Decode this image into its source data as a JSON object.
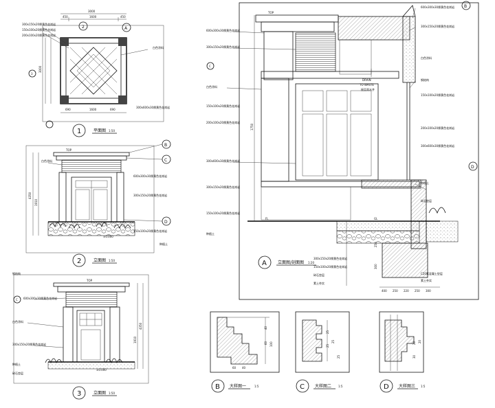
{
  "views": {
    "v1": {
      "number": "1",
      "title": "平面图",
      "scale": "1:50"
    },
    "v2": {
      "number": "2",
      "title": "立面图",
      "scale": "1:50"
    },
    "v3": {
      "number": "3",
      "title": "立面图",
      "scale": "1:50"
    },
    "vA": {
      "number": "A",
      "title": "立面图/剖面图",
      "scale": "1:20"
    },
    "vB": {
      "number": "B",
      "title": "大样图一",
      "scale": "1:5"
    },
    "vC": {
      "number": "C",
      "title": "大样图二",
      "scale": "1:5"
    },
    "vD": {
      "number": "D",
      "title": "大样图三",
      "scale": "1:5"
    }
  },
  "callouts": {
    "c2": "2",
    "cA": "A",
    "cB": "B",
    "cC": "C",
    "cD": "D",
    "c3": "3"
  },
  "dims": {
    "plan_total": "3000",
    "plan_left": "450",
    "plan_right": "450",
    "plan_mid": "1600",
    "plan_height": "3000",
    "plan_b1": "690",
    "plan_b2": "690",
    "elev_level": "±0.000",
    "elev_h1": "1910",
    "elev_h2": "4350",
    "sec_d1": "400",
    "sec_d2": "250",
    "sec_d3": "220",
    "sec_d4": "250",
    "sec_d5": "300",
    "sec_h1": "1750",
    "sec_h2": "250",
    "sec_h3": "300",
    "det_b1": "40",
    "det_b2": "60",
    "det_b3": "100",
    "det_c1": "25",
    "det_d1": "20",
    "det_d2": "30"
  },
  "notes": {
    "drain": "DRAIN",
    "to_waste": "TO WASTE",
    "waste_cn": "接至雨水井",
    "level_top": "TOP",
    "level_gl": "GL",
    "level_fl": "FL",
    "stone_a": "600x300x30厚黄色花岗岩",
    "stone_b": "300x150x20厚黄色花岗岩",
    "stone_c": "150x100x20厚黄色花岗岩",
    "stone_d": "200x100x20厚黄色花岗岩",
    "stone_e": "300x600x30厚黄色花岗岩",
    "paint": "白色涂料",
    "steel": "钢结构",
    "plant": "种植土",
    "gravel": "碎石垫层",
    "concrete": "C20素混凝土垫层",
    "soil": "素土夯实"
  },
  "colors": {
    "ink": "#111111",
    "paper": "#ffffff",
    "hatch": "#444444"
  }
}
